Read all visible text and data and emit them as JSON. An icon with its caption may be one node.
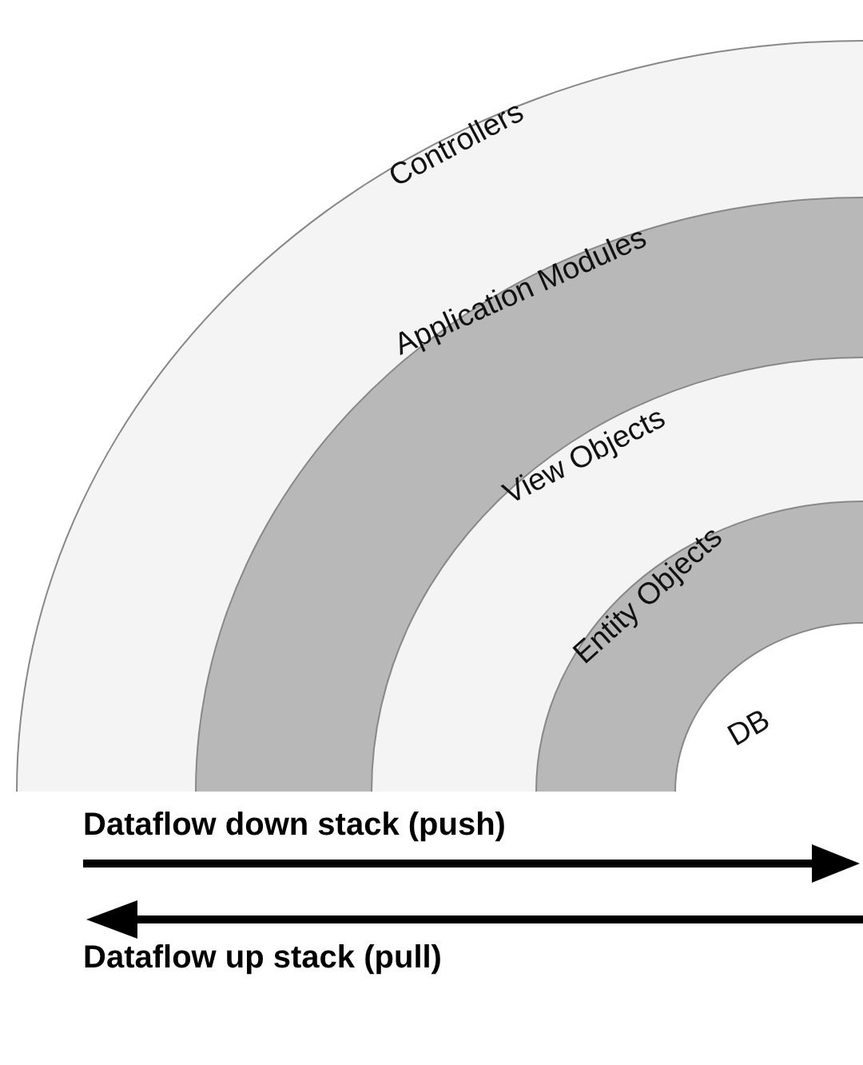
{
  "diagram": {
    "nodes": [
      {
        "text": [
          "Controllers"
        ]
      },
      {
        "text": [
          "Application Modules"
        ],
        "in": 0
      },
      {
        "text": [
          "View Objects"
        ],
        "in": 1
      },
      {
        "text": [
          "Entity Objects"
        ],
        "in": 2
      },
      {
        "text": [
          "DB"
        ],
        "in": 3
      }
    ],
    "labels": [
      "Dataflow down stack (push)",
      "Dataflow up stack (pull)"
    ]
  }
}
